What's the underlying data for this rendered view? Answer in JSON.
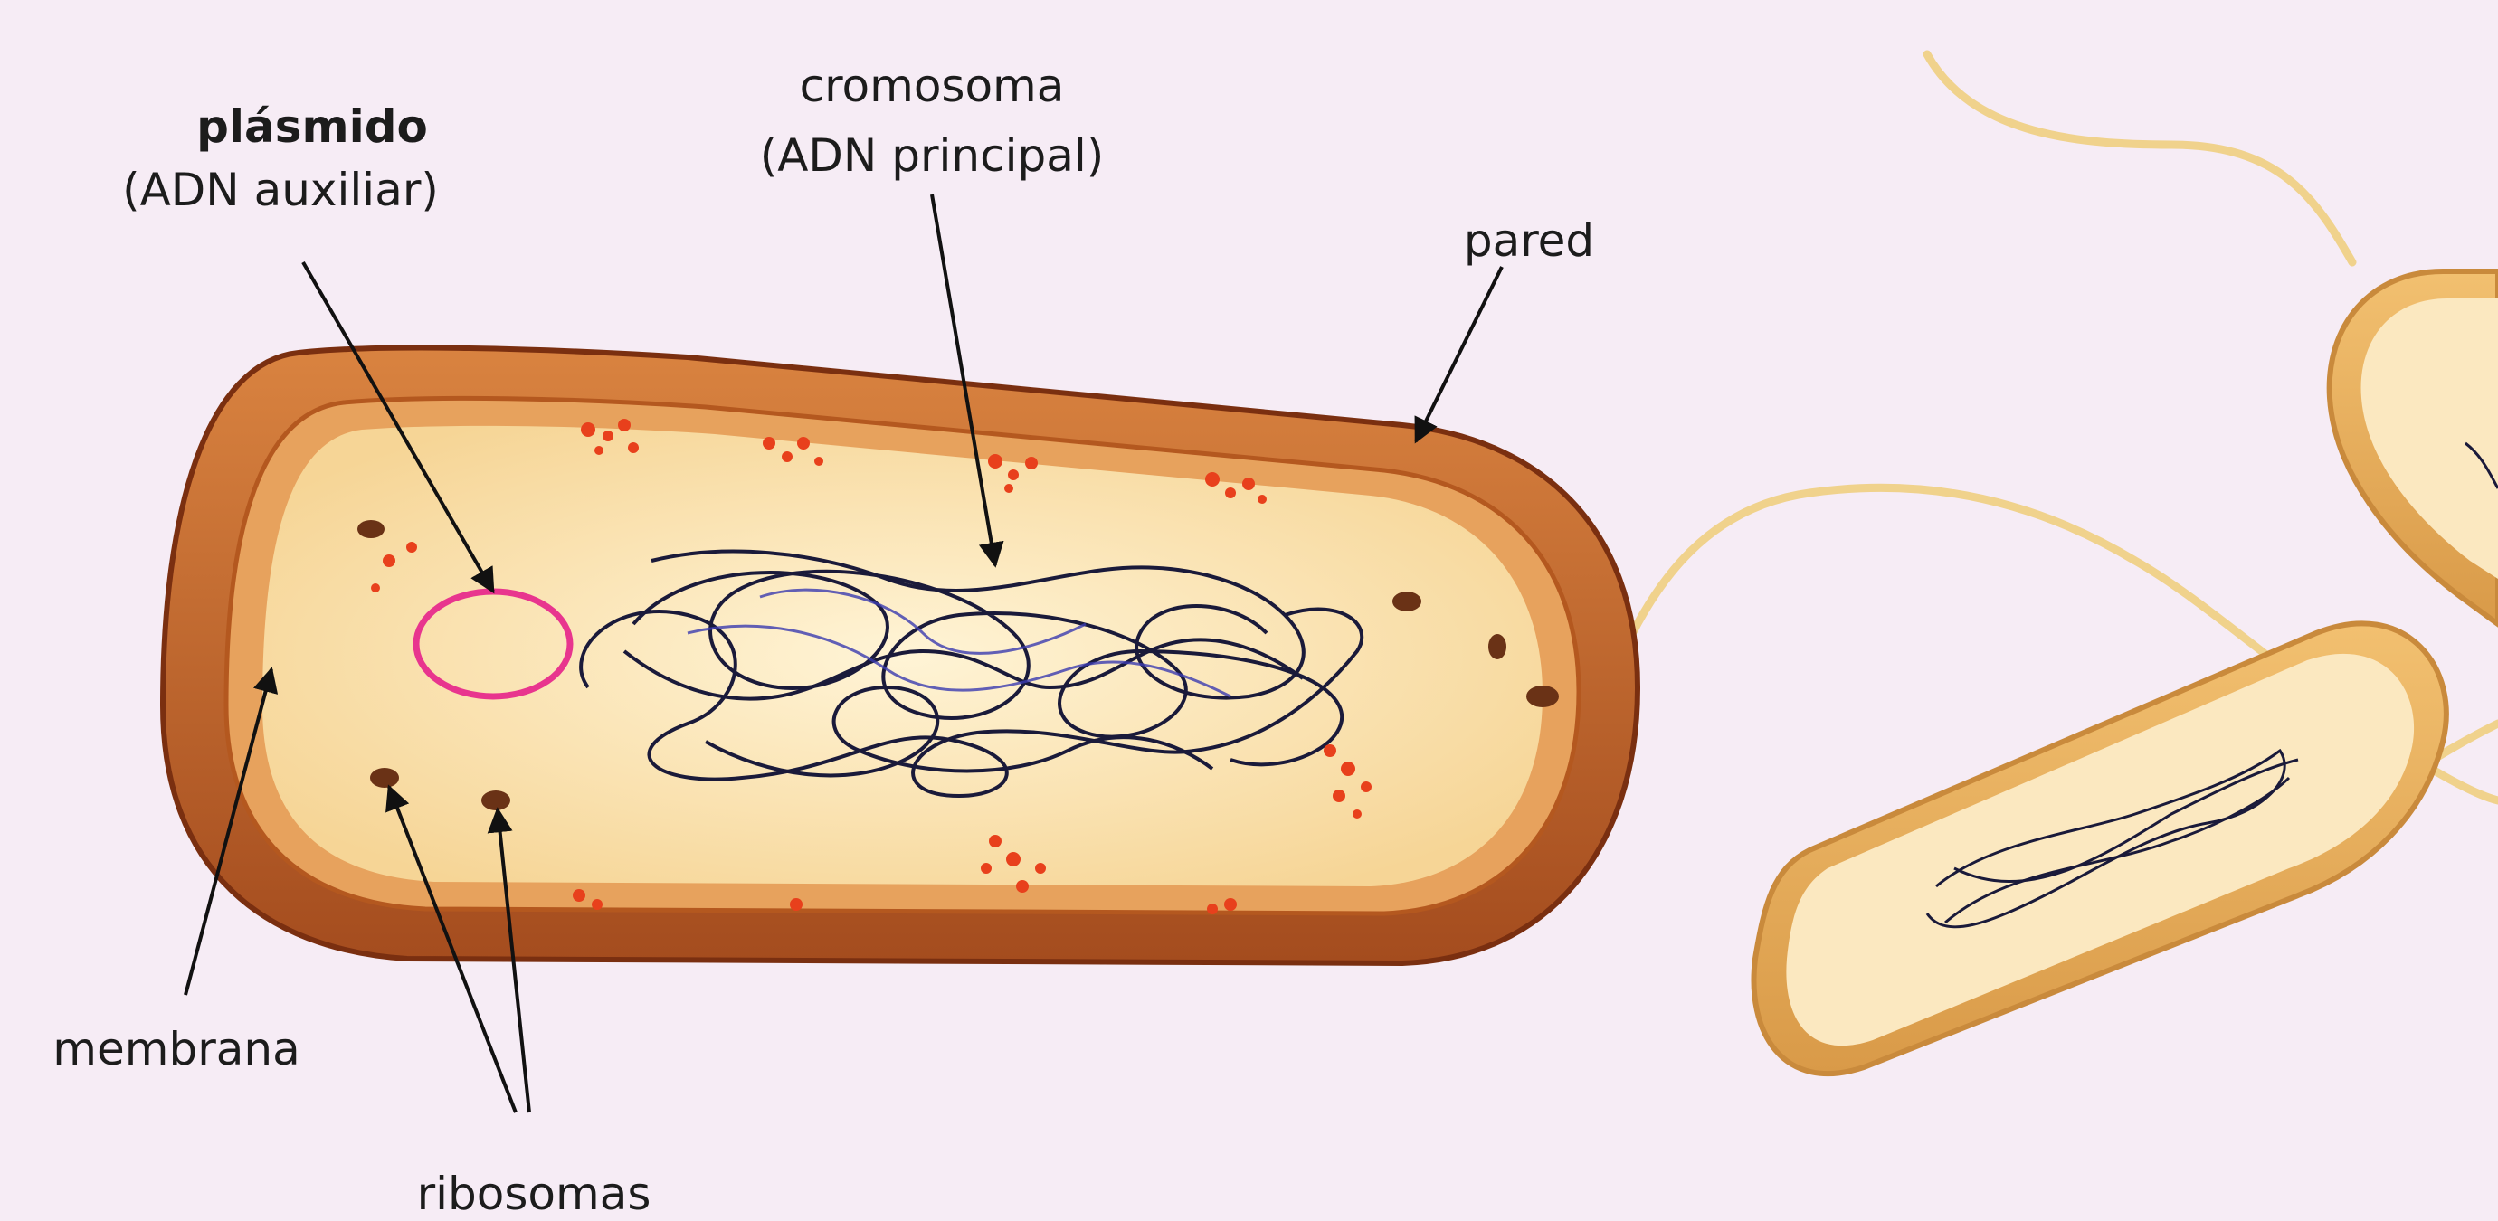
{
  "labels": {
    "plasmid_name": "plásmido",
    "plasmid_desc": "(ADN auxiliar)",
    "chromosome_name": "cromosoma",
    "chromosome_desc": "(ADN principal)",
    "wall": "pared",
    "membrane": "membrana",
    "ribosomes": "ribosomas"
  },
  "colors": {
    "background": "#f6ecf5",
    "wall": "#c0622a",
    "wall_dark": "#8e3a16",
    "cytoplasm": "#fbe3b0",
    "plasmid": "#e8358e",
    "dna": "#1a1a3a",
    "ribosome_dot": "#e8401c",
    "flagellum": "#f0d28c"
  }
}
